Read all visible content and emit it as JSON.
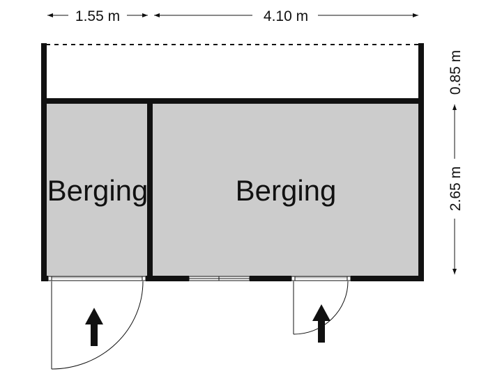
{
  "dimensions": {
    "top_left_width": "1.55 m",
    "top_right_width": "4.10 m",
    "right_top_height": "0.85 m",
    "right_bottom_height": "2.65 m"
  },
  "rooms": [
    {
      "label": "Berging"
    },
    {
      "label": "Berging"
    }
  ],
  "colors": {
    "wall": "#111111",
    "room_fill": "#cccccc",
    "background": "#ffffff"
  },
  "icons": [
    "entrance-arrow-icon",
    "entrance-arrow-icon"
  ]
}
